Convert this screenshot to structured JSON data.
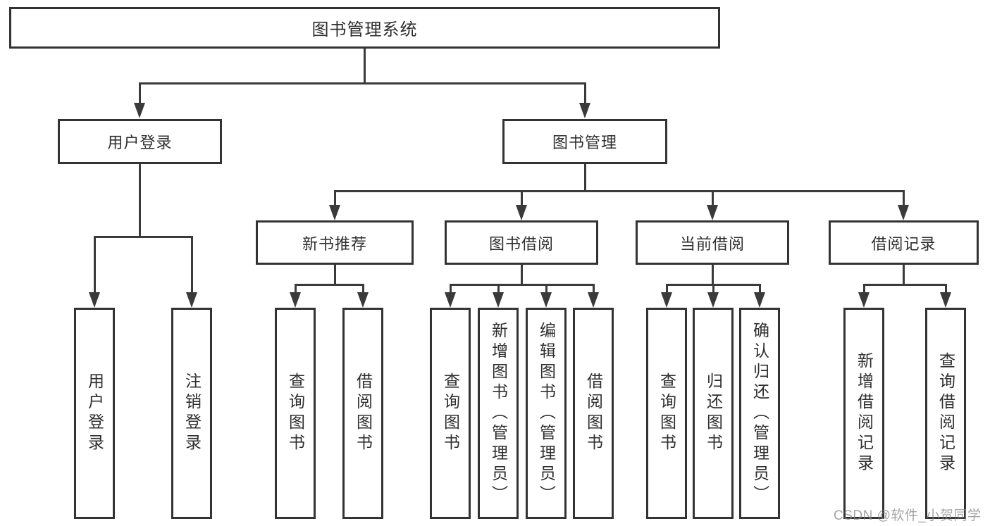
{
  "colors": {
    "line": "#3a3a3a",
    "box_border": "#333333",
    "text": "#2f2f2f",
    "watermark": "#878787",
    "background": "#ffffff"
  },
  "root": {
    "label": "图书管理系统"
  },
  "level2": {
    "user_login": "用户登录",
    "book_mgmt": "图书管理"
  },
  "level3": {
    "new_book": "新书推荐",
    "book_borrow": "图书借阅",
    "current_borrow": "当前借阅",
    "borrow_record": "借阅记录"
  },
  "leaves": {
    "user_login": "用户登录",
    "logout": "注销登录",
    "nb_query": "查询图书",
    "nb_borrow": "借阅图书",
    "bb_query": "查询图书",
    "bb_add": "新增图书（管理员）",
    "bb_edit": "编辑图书（管理员）",
    "bb_borrow": "借阅图书",
    "cb_query": "查询图书",
    "cb_return": "归还图书",
    "cb_confirm": "确认归还（管理员）",
    "br_add": "新增借阅记录",
    "br_query": "查询借阅记录"
  },
  "watermark": "CSDN @软件_小贺同学"
}
